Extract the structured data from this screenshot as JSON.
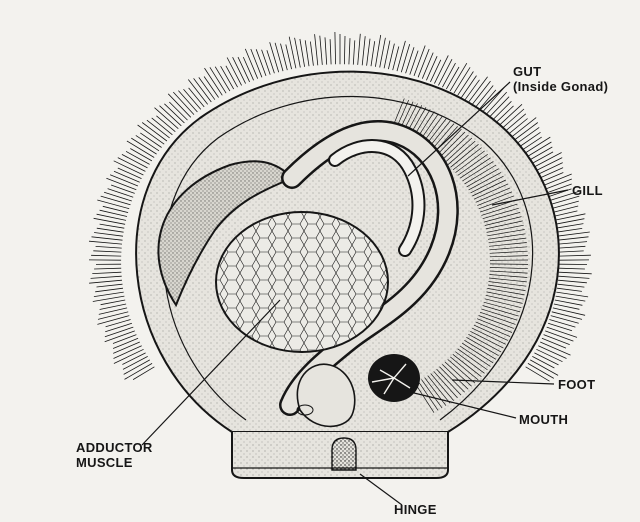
{
  "labels": {
    "gut": "GUT",
    "gut_sub": "(Inside Gonad)",
    "gill": "GILL",
    "foot": "FOOT",
    "mouth": "MOUTH",
    "adductor_line1": "ADDUCTOR",
    "adductor_line2": "MUSCLE",
    "hinge": "HINGE"
  },
  "colors": {
    "paper": "#f3f2ee",
    "ink": "#161616",
    "shell_fill": "#e6e4de",
    "muscle_fill": "#ecebe6"
  }
}
